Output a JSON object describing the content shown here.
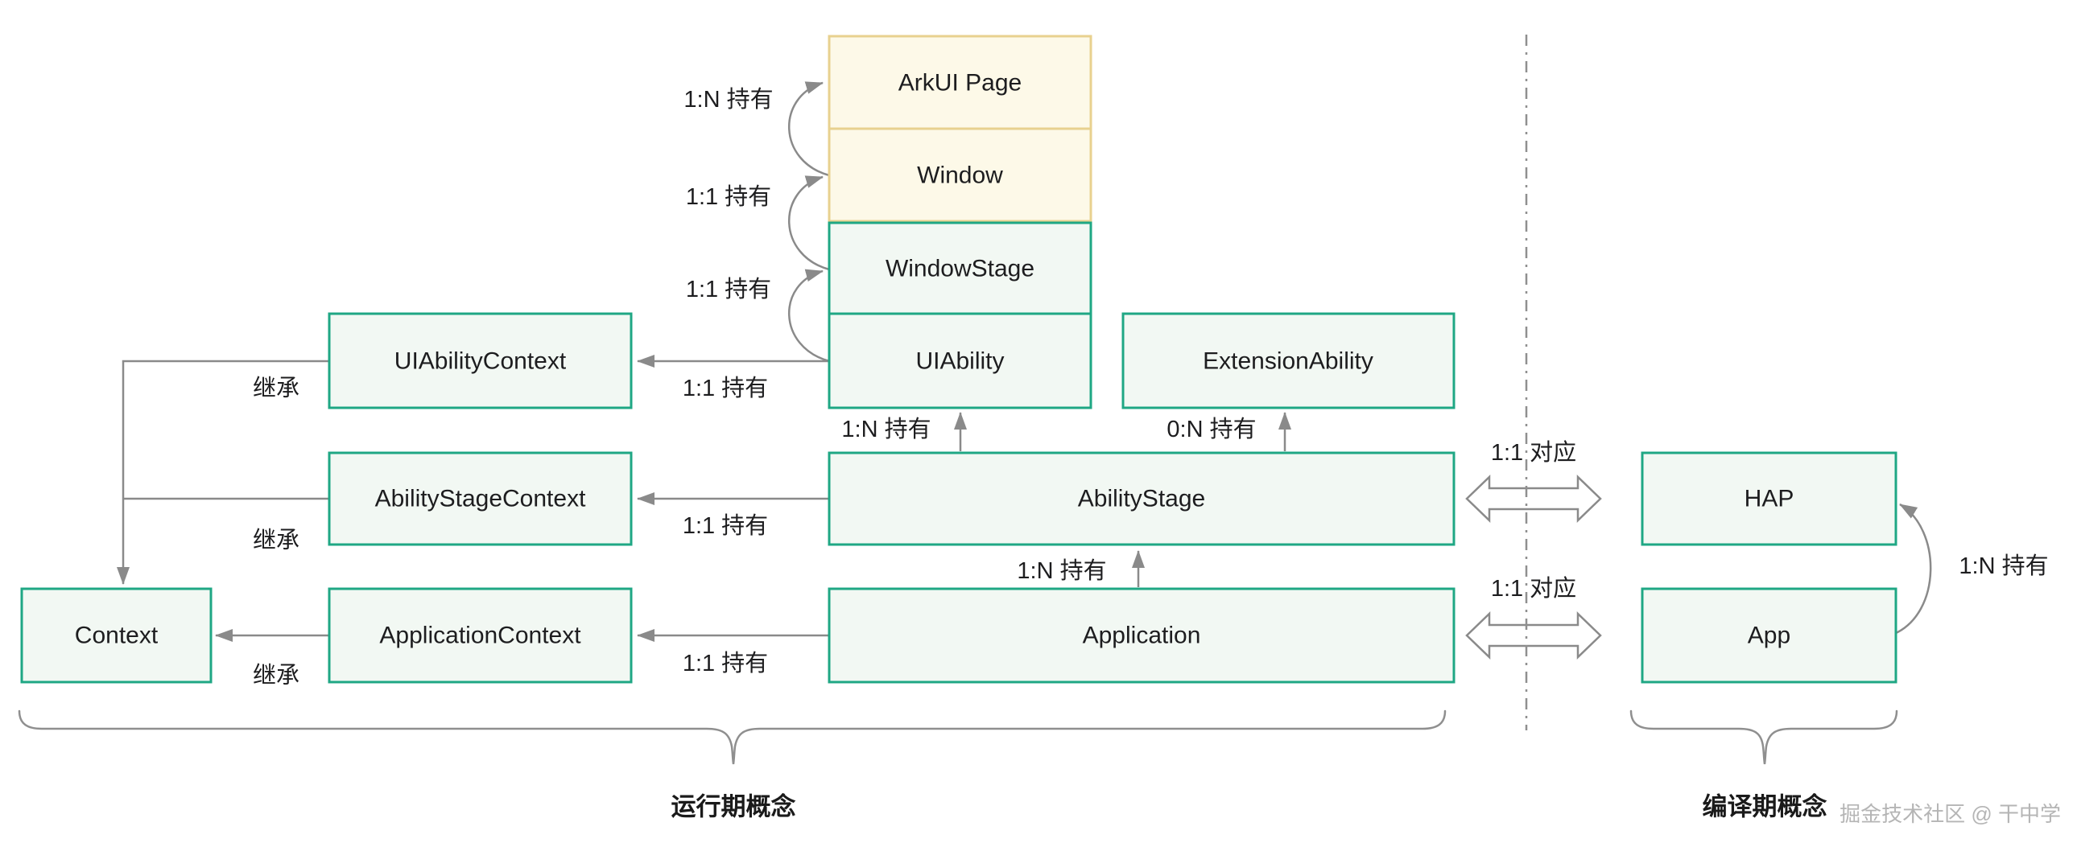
{
  "diagram": {
    "boxes": {
      "arkui_page": {
        "label": "ArkUI Page"
      },
      "window": {
        "label": "Window"
      },
      "windowstage": {
        "label": "WindowStage"
      },
      "uiability": {
        "label": "UIAbility"
      },
      "extensionability": {
        "label": "ExtensionAbility"
      },
      "uiabilitycontext": {
        "label": "UIAbilityContext"
      },
      "abilitystagecontext": {
        "label": "AbilityStageContext"
      },
      "applicationcontext": {
        "label": "ApplicationContext"
      },
      "context": {
        "label": "Context"
      },
      "abilitystage": {
        "label": "AbilityStage"
      },
      "application": {
        "label": "Application"
      },
      "hap": {
        "label": "HAP"
      },
      "app": {
        "label": "App"
      }
    },
    "edges": {
      "window_arkui": {
        "label": "1:N 持有"
      },
      "windowstage_window": {
        "label": "1:1 持有"
      },
      "uiability_windowstage": {
        "label": "1:1 持有"
      },
      "uiability_uiabilitycontext": {
        "label": "1:1 持有"
      },
      "abilitystage_abilitystagecontext": {
        "label": "1:1 持有"
      },
      "application_applicationcontext": {
        "label": "1:1 持有"
      },
      "abilitystage_uiability": {
        "label": "1:N 持有"
      },
      "abilitystage_extensionability": {
        "label": "0:N 持有"
      },
      "application_abilitystage": {
        "label": "1:N 持有"
      },
      "abilitystage_hap": {
        "label": "1:1 对应"
      },
      "application_app": {
        "label": "1:1 对应"
      },
      "app_hap": {
        "label": "1:N 持有"
      },
      "uiabilitycontext_context": {
        "label": "继承"
      },
      "abilitystagecontext_context": {
        "label": "继承"
      },
      "applicationcontext_context": {
        "label": "继承"
      }
    },
    "sections": {
      "runtime": "运行期概念",
      "compile": "编译期概念"
    },
    "watermark": "掘金技术社区 @ 干中学",
    "colors": {
      "teal_border": "#1FA784",
      "teal_fill": "#F2F8F3",
      "yellow_border": "#E8D18F",
      "yellow_fill": "#FDF9E8",
      "line_gray": "#8A8A8A",
      "text_dark": "#1D1D1F",
      "watermark_gray": "#B5B5B5"
    }
  }
}
